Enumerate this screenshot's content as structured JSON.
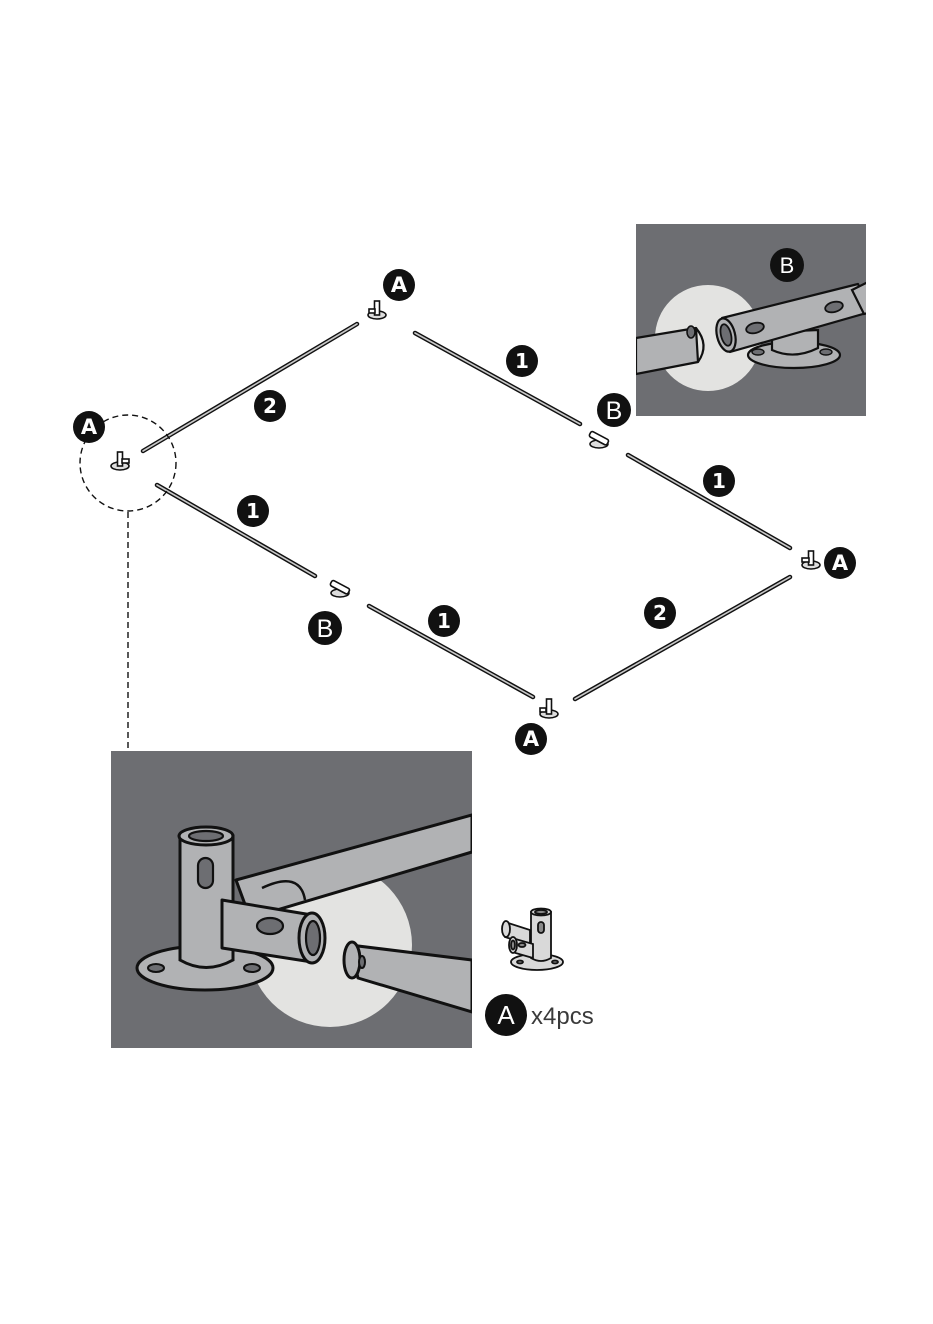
{
  "diagram": {
    "badges": {
      "tube1": "1",
      "tube2": "2",
      "connector_a": "A",
      "connector_b": "B"
    },
    "quantity": {
      "part": "A",
      "text": "x4pcs"
    },
    "colors": {
      "panel_bg": "#6d6e72",
      "tube_fill": "#b1b2b4",
      "highlight": "#e3e3e1",
      "outline": "#111111",
      "badge": "#111111"
    }
  }
}
